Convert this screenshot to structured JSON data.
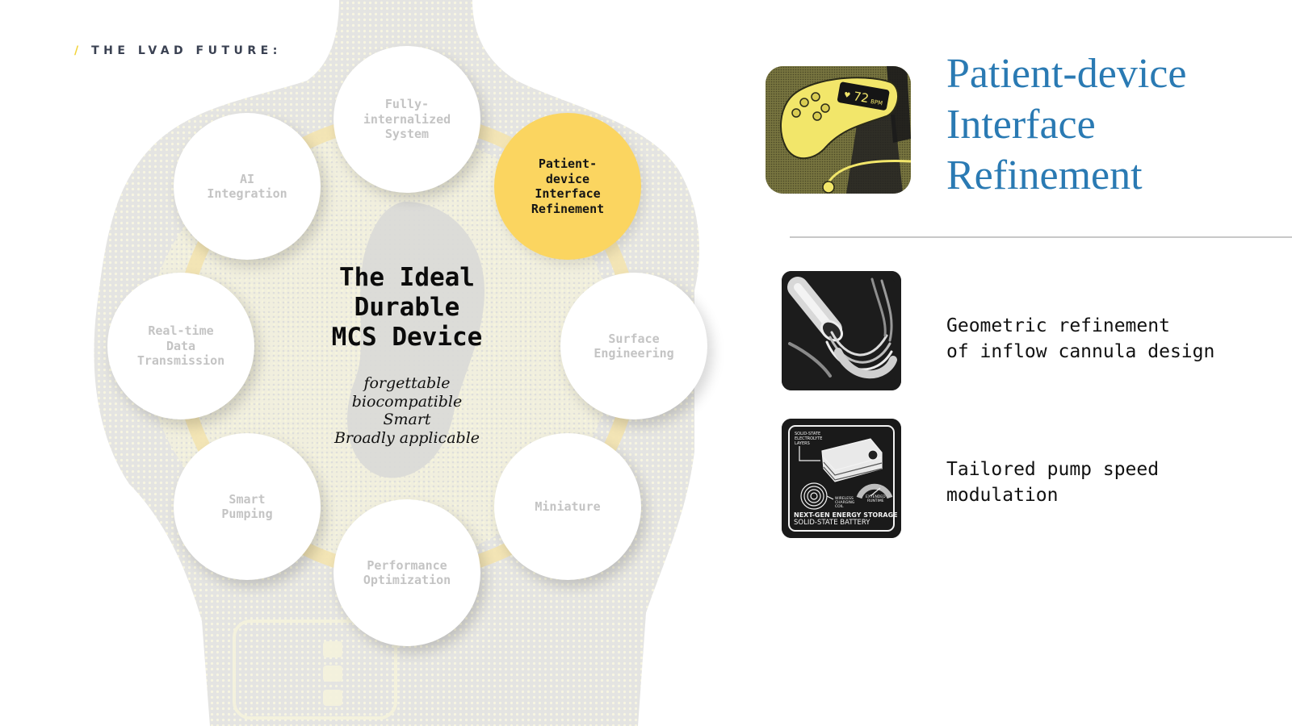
{
  "header": {
    "slash": "/",
    "eyebrow": "THE LVAD FUTURE:"
  },
  "diagram": {
    "center": {
      "title": "The Ideal\nDurable\nMCS Device",
      "attributes": [
        "forgettable",
        "biocompatible",
        "Smart",
        "Broadly applicable"
      ]
    },
    "nodes": [
      {
        "label": "Fully-\ninternalized\nSystem",
        "active": false
      },
      {
        "label": "Patient-\ndevice\nInterface\nRefinement",
        "active": true
      },
      {
        "label": "Surface\nEngineering",
        "active": false
      },
      {
        "label": "Miniature",
        "active": false
      },
      {
        "label": "Performance\nOptimization",
        "active": false
      },
      {
        "label": "Smart\nPumping",
        "active": false
      },
      {
        "label": "Real-time\nData\nTransmission",
        "active": false
      },
      {
        "label": "AI\nIntegration",
        "active": false
      }
    ]
  },
  "detail": {
    "title": "Patient-device\nInterface\nRefinement",
    "hero_image": {
      "icon": "wearable-controller-icon",
      "display_value": "72",
      "display_unit": "BPM"
    },
    "features": [
      {
        "icon": "inflow-cannula-icon",
        "text": "Geometric refinement\nof inflow cannula design"
      },
      {
        "icon": "solid-state-battery-icon",
        "text": "Tailored pump speed\nmodulation",
        "image_labels": {
          "layers": "SOLID-STATE\nELECTROLYTE\nLAYERS",
          "coil": "WIRELESS\nCHARGING\nCOIL",
          "runtime": "EXTENDED\nRUNTIME",
          "caption_top": "NEXT-GEN ENERGY STORAGE",
          "caption_bottom": "SOLID-STATE BATTERY"
        }
      }
    ]
  },
  "colors": {
    "accent_yellow": "#fbd560",
    "title_blue": "#2a7ab3",
    "node_text_inactive": "#c4c4c4",
    "eyebrow_text": "#3a4152",
    "torso_gray": "#e2e2e0",
    "torso_cream": "#f6f4df",
    "link_cream": "#f3e3b0"
  }
}
